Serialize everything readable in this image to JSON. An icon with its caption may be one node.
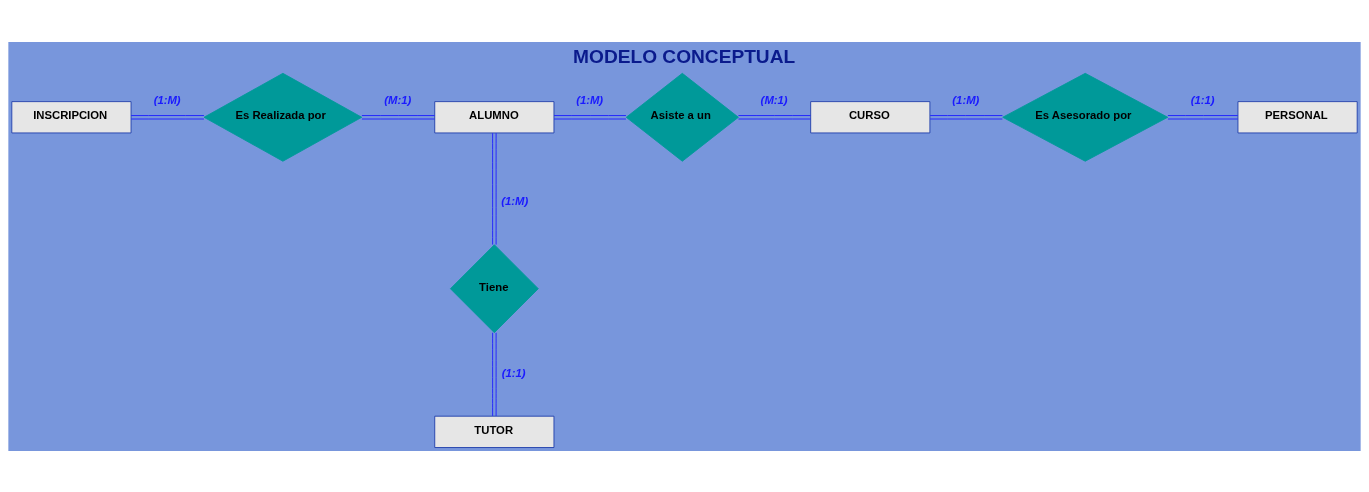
{
  "diagram": {
    "title": "MODELO CONCEPTUAL",
    "nodes": [
      {
        "text": [
          "INSCRIPCION"
        ]
      },
      {
        "text": [
          "Es Realizada por"
        ]
      },
      {
        "text": [
          "ALUMNO"
        ]
      },
      {
        "text": [
          "Asiste a un"
        ]
      },
      {
        "text": [
          "CURSO"
        ]
      },
      {
        "text": [
          "Es Asesorado por"
        ]
      },
      {
        "text": [
          "PERSONAL"
        ]
      },
      {
        "text": [
          "Tiene"
        ]
      },
      {
        "text": [
          "TUTOR"
        ]
      }
    ],
    "edges": [
      {
        "from": 0,
        "to": 1,
        "arrow": "none",
        "label": "(1:M)"
      },
      {
        "from": 1,
        "to": 2,
        "arrow": "none",
        "label": "(M:1)"
      },
      {
        "from": 2,
        "to": 3,
        "arrow": "none",
        "label": "(1:M)"
      },
      {
        "from": 3,
        "to": 4,
        "arrow": "none",
        "label": "(M:1)"
      },
      {
        "from": 4,
        "to": 5,
        "arrow": "none",
        "label": "(1:M)"
      },
      {
        "from": 5,
        "to": 6,
        "arrow": "none",
        "label": "(1:1)"
      },
      {
        "from": 2,
        "to": 7,
        "arrow": "none",
        "label": "(1:M)"
      },
      {
        "from": 7,
        "to": 8,
        "arrow": "none",
        "label": "(1:1)"
      }
    ]
  }
}
